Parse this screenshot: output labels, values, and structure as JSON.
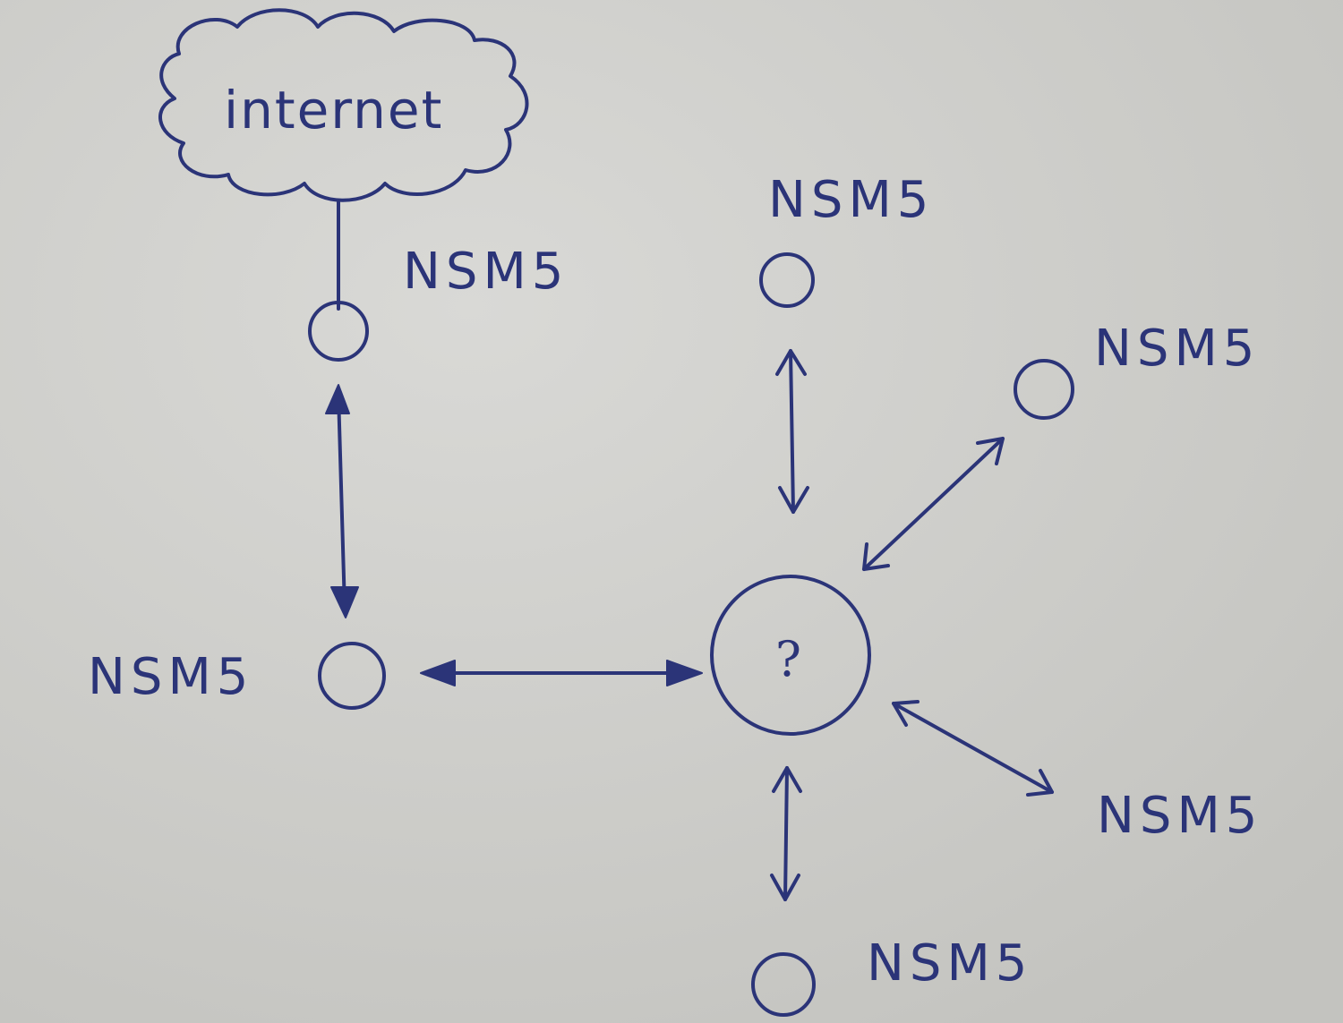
{
  "diagram": {
    "cloud": {
      "label": "internet"
    },
    "hub": {
      "label": "?"
    },
    "nodes": [
      {
        "id": "uplink",
        "label": "NSM5"
      },
      {
        "id": "left",
        "label": "NSM5"
      },
      {
        "id": "top",
        "label": "NSM5"
      },
      {
        "id": "top-right",
        "label": "NSM5"
      },
      {
        "id": "bottom-right",
        "label": "NSM5"
      },
      {
        "id": "bottom",
        "label": "NSM5"
      }
    ],
    "colors": {
      "ink": "#2b3478",
      "paper": "#cfcfcb"
    }
  }
}
